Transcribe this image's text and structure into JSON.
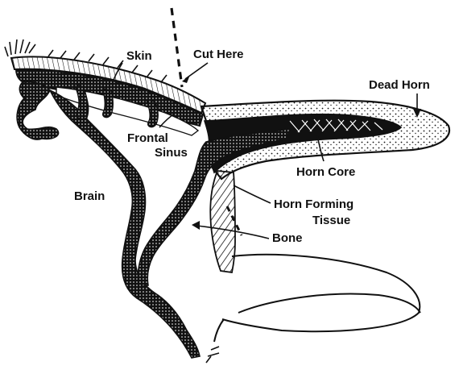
{
  "labels": {
    "skin": "Skin",
    "cut_here": "Cut Here",
    "dead_horn": "Dead Horn",
    "frontal_sinus_line1": "Frontal",
    "frontal_sinus_line2": "Sinus",
    "horn_core": "Horn Core",
    "brain": "Brain",
    "horn_forming_tissue_line1": "Horn Forming",
    "horn_forming_tissue_line2": "Tissue",
    "bone": "Bone"
  },
  "colors": {
    "ink": "#111111",
    "paper": "#ffffff"
  }
}
